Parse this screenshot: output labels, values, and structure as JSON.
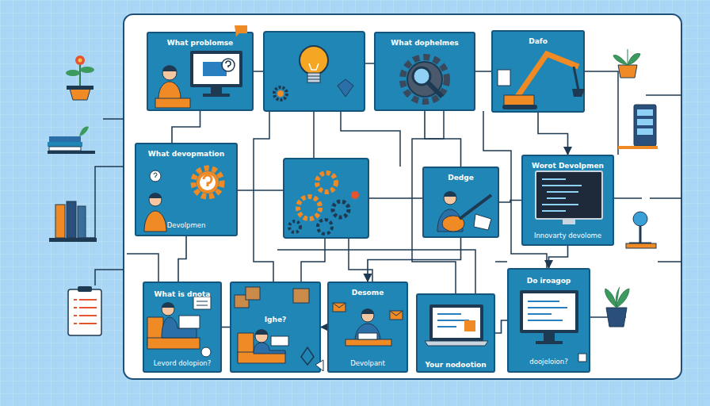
{
  "diagram": {
    "nodes": [
      {
        "text": [
          "What problomse"
        ]
      },
      {
        "text": [
          "What dophelmes"
        ]
      },
      {
        "text": [
          "Dafo"
        ]
      },
      {
        "text": [
          "What devopmation",
          "Devolpmen"
        ]
      },
      {
        "text": [
          "Dedge"
        ]
      },
      {
        "text": [
          "Worot Devolpmen",
          "Innovarty devolome"
        ]
      },
      {
        "text": [
          "What is dnota",
          "Levord dolopion?"
        ]
      },
      {
        "text": [
          "Ighe?"
        ]
      },
      {
        "text": [
          "Desome",
          "Devolpant"
        ]
      },
      {
        "text": [
          "Your nodootion"
        ]
      },
      {
        "text": [
          "Do iroagop",
          "doojeloion?"
        ]
      }
    ],
    "edges": [
      {
        "from": 0,
        "to": 3,
        "arrow": "none"
      },
      {
        "from": 1,
        "to": 4,
        "arrow": "none"
      },
      {
        "from": 2,
        "to": 5,
        "arrow": "to"
      },
      {
        "from": 3,
        "to": 6,
        "arrow": "none"
      },
      {
        "from": 4,
        "to": 8,
        "arrow": "to"
      },
      {
        "from": 5,
        "to": 10,
        "arrow": "to"
      },
      {
        "from": 8,
        "to": 7,
        "arrow": "to"
      },
      {
        "from": 4,
        "to": 5,
        "arrow": "none"
      },
      {
        "from": 6,
        "to": 7,
        "arrow": "none"
      },
      {
        "from": 9,
        "to": 10,
        "arrow": "none"
      }
    ]
  }
}
